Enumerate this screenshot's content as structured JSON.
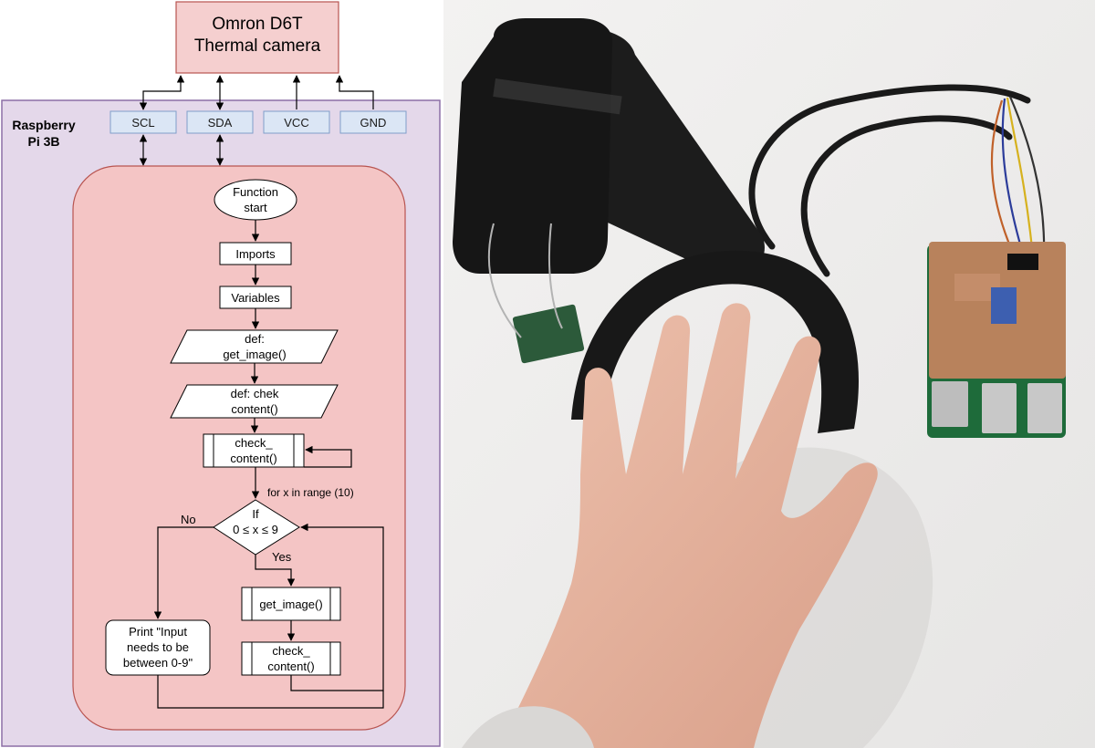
{
  "camera": {
    "line1": "Omron D6T",
    "line2": "Thermal camera"
  },
  "pi": {
    "line1": "Raspberry",
    "line2": "Pi 3B"
  },
  "pins": [
    "SCL",
    "SDA",
    "VCC",
    "GND"
  ],
  "flow": {
    "start_line1": "Function",
    "start_line2": "start",
    "imports": "Imports",
    "variables": "Variables",
    "def_get_line1": "def:",
    "def_get_line2": "get_image()",
    "def_check_line1": "def: chek",
    "def_check_line2": "content()",
    "check1_line1": "check_",
    "check1_line2": "content()",
    "loop_label": "for x in range (10)",
    "if_line1": "If",
    "if_line2": "0 ≤ x ≤ 9",
    "no_label": "No",
    "yes_label": "Yes",
    "get_image": "get_image()",
    "check2_line1": "check_",
    "check2_line2": "content()",
    "print_line1": "Print \"Input",
    "print_line2": "needs to be",
    "print_line3": "between 0-9\""
  },
  "colors": {
    "camera_fill": "#f5cfcf",
    "pi_fill": "#e4d8ea",
    "flow_fill": "#f4c5c5",
    "pin_fill": "#dbe6f5",
    "pin_stroke": "#7f9ec9"
  }
}
